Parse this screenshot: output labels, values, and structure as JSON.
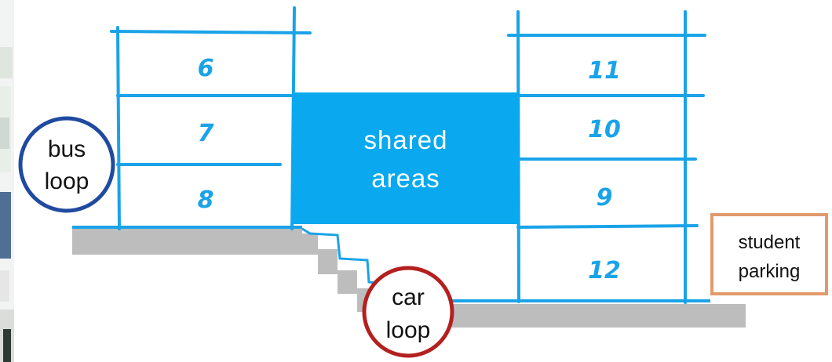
{
  "diagram": {
    "floors_left": [
      "6",
      "7",
      "8"
    ],
    "floors_right": [
      "11",
      "10",
      "9",
      "12"
    ],
    "shared": {
      "line1": "shared",
      "line2": "areas"
    },
    "bus_loop": {
      "line1": "bus",
      "line2": "loop"
    },
    "car_loop": {
      "line1": "car",
      "line2": "loop"
    },
    "student_parking": {
      "line1": "student",
      "line2": "parking"
    },
    "colors": {
      "sketch_blue": "#1aa3e8",
      "shared_fill": "#0aa8ee",
      "ground_gray": "#bdbdbd",
      "bus_ring": "#1f4aa0",
      "car_ring": "#b3201f",
      "parking_border": "#e19a6c"
    }
  }
}
